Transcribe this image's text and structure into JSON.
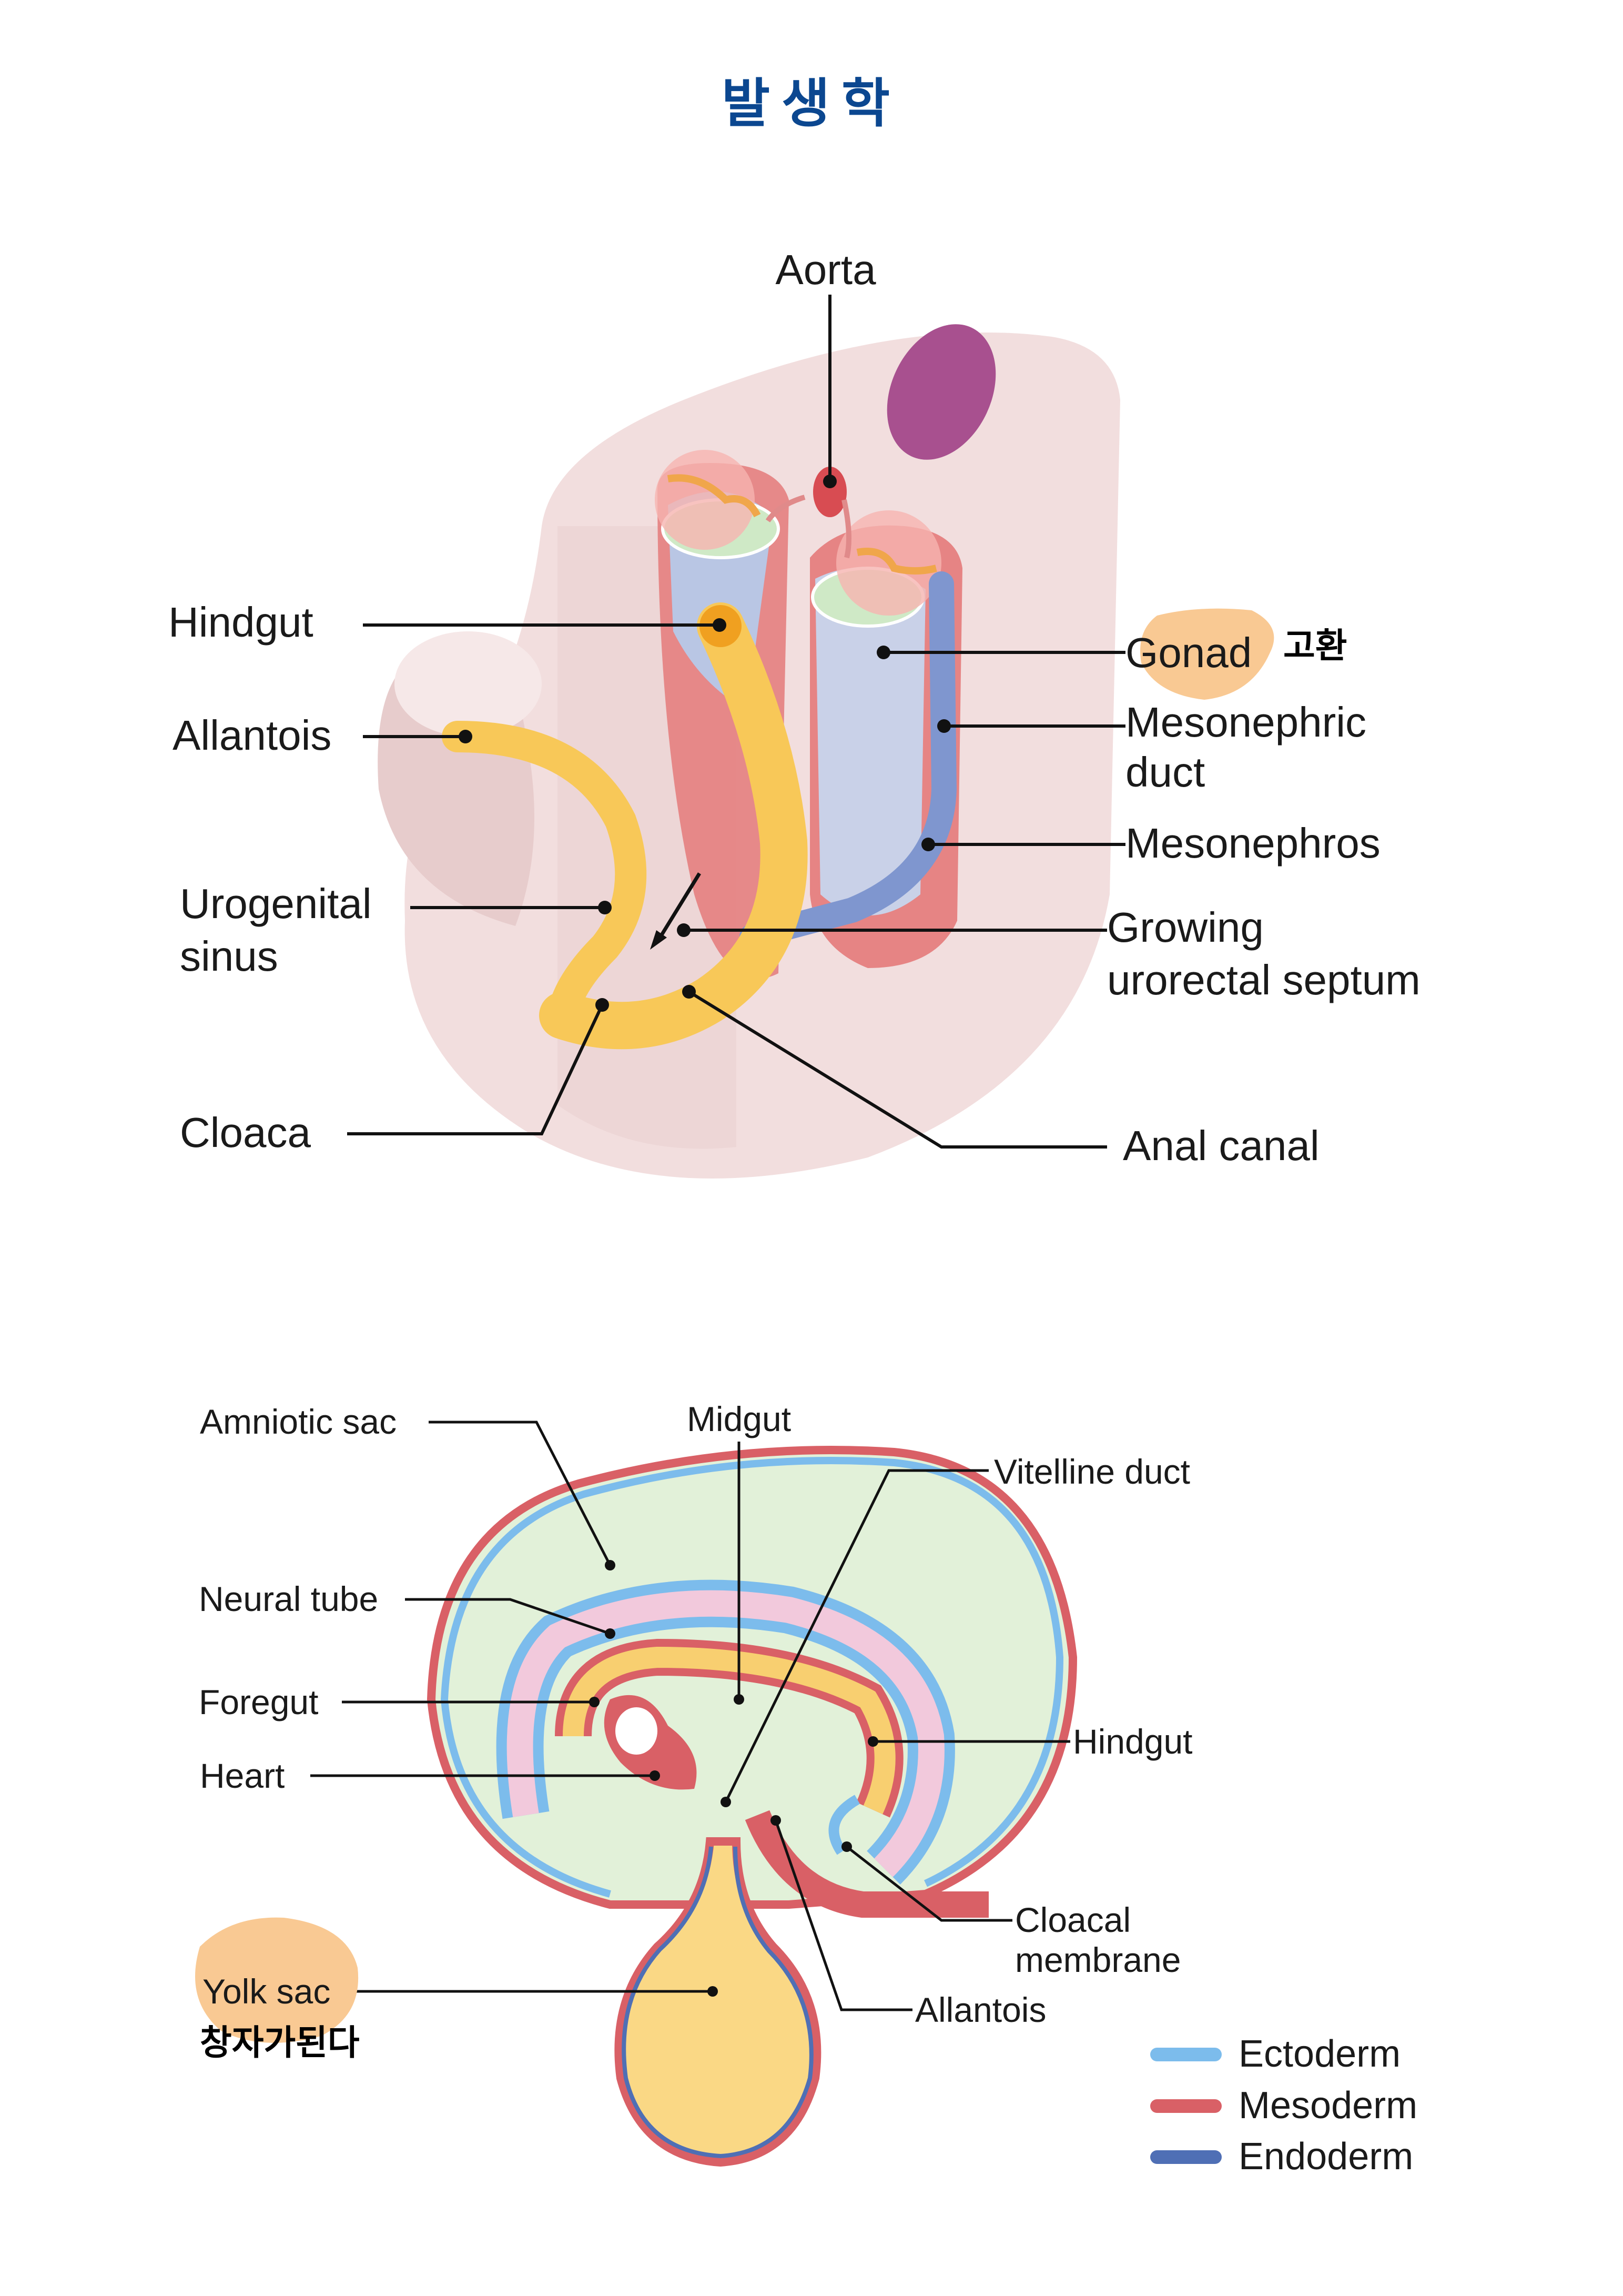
{
  "page": {
    "title": "발생학"
  },
  "diagram1": {
    "labels": {
      "aorta": "Aorta",
      "hindgut": "Hindgut",
      "allantois": "Allantois",
      "urogenital_1": "Urogenital",
      "urogenital_2": "sinus",
      "cloaca": "Cloaca",
      "gonad": "Gonad",
      "mesonephric_1": "Mesonephric",
      "mesonephric_2": "duct",
      "mesonephros": "Mesonephros",
      "septum_1": "Growing",
      "septum_2": "urorectal septum",
      "anal_canal": "Anal canal"
    },
    "annotation": {
      "highlighted_label": "Gonad",
      "note": "고환",
      "highlight_color": "#f9c993"
    }
  },
  "diagram2": {
    "labels": {
      "amniotic_sac": "Amniotic sac",
      "midgut": "Midgut",
      "vitelline_duct": "Vitelline duct",
      "neural_tube": "Neural tube",
      "foregut": "Foregut",
      "heart": "Heart",
      "hindgut": "Hindgut",
      "cloacal_1": "Cloacal",
      "cloacal_2": "membrane",
      "yolk_sac": "Yolk sac",
      "allantois": "Allantois"
    },
    "annotation": {
      "highlighted_label": "Yolk sac",
      "note": "창자가된다",
      "highlight_color": "#f9c993"
    },
    "legend": [
      {
        "label": "Ectoderm",
        "color": "#7cbcec"
      },
      {
        "label": "Mesoderm",
        "color": "#d96066"
      },
      {
        "label": "Endoderm",
        "color": "#4f6fb5"
      }
    ]
  },
  "colors": {
    "title": "#0b4790",
    "body_pink": "#f1dcdc",
    "yellow": "#f8c146",
    "green": "#dff0d4",
    "blue_duct": "#7f96cf"
  }
}
